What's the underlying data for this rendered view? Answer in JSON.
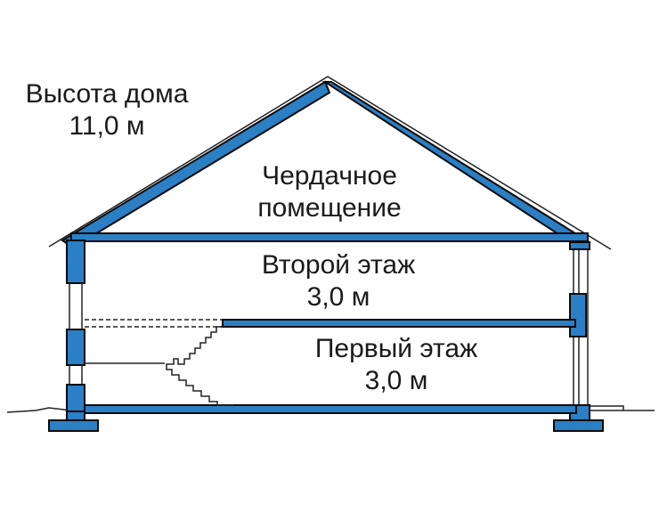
{
  "labels": {
    "house_height_title": "Высота дома",
    "house_height_value": "11,0 м",
    "attic_line1": "Чердачное",
    "attic_line2": "помещение",
    "second_floor_title": "Второй этаж",
    "second_floor_value": "3,0 м",
    "first_floor_title": "Первый этаж",
    "first_floor_value": "3,0 м"
  },
  "colors": {
    "structure": "#2b7fc4",
    "outline": "#0a0a0a"
  }
}
